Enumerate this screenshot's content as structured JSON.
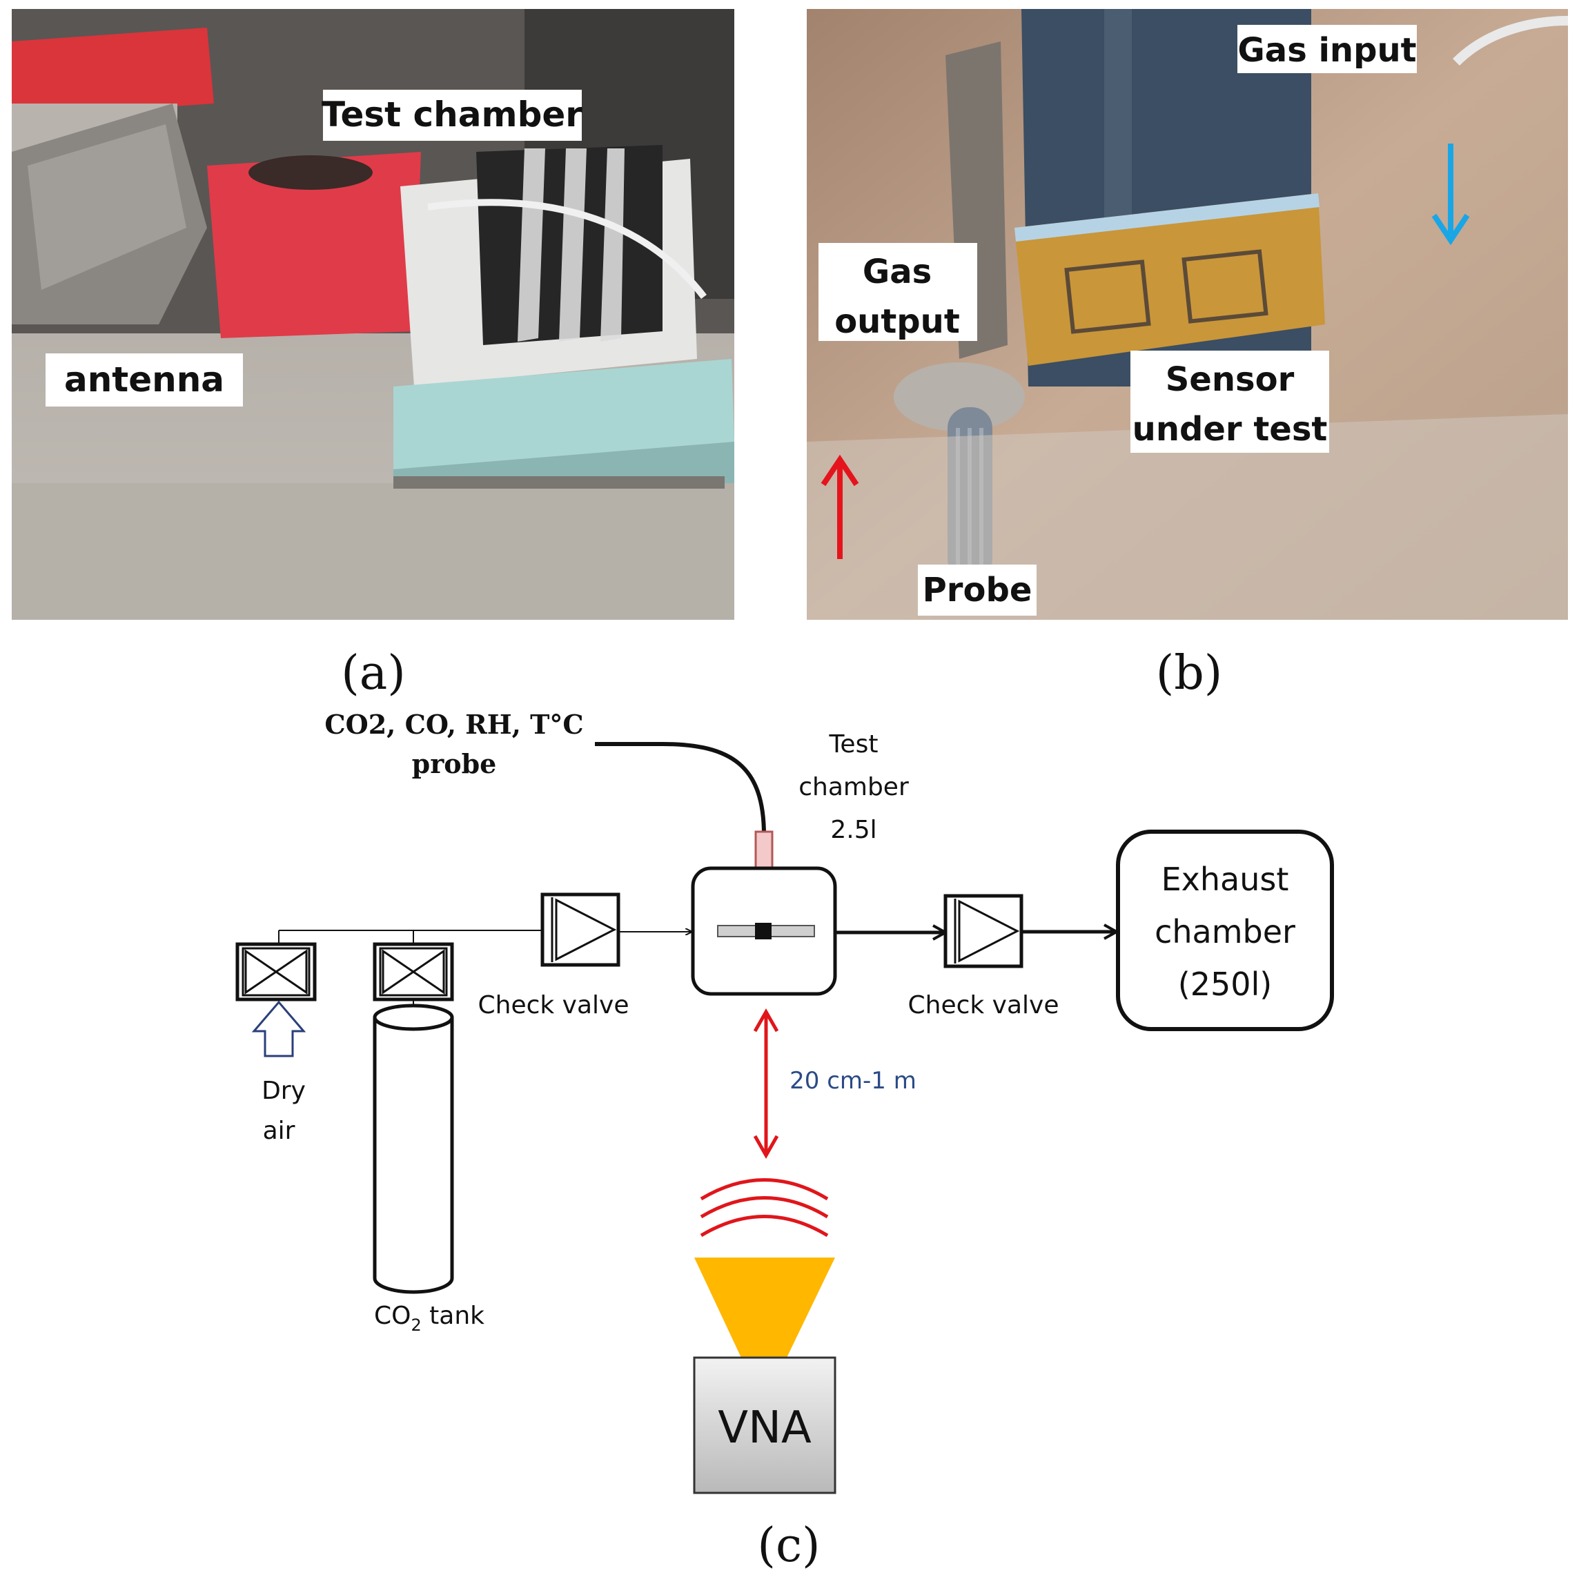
{
  "panel_a": {
    "label_test_chamber": "Test chamber",
    "label_antenna": "antenna",
    "caption": "(a)"
  },
  "panel_b": {
    "label_gas_input": "Gas input",
    "label_gas_output_1": "Gas",
    "label_gas_output_2": "output",
    "label_sensor_1": "Sensor",
    "label_sensor_2": "under test",
    "label_probe": "Probe",
    "caption": "(b)"
  },
  "panel_c": {
    "probe_label_1": "CO2, CO, RH, T°C",
    "probe_label_2": "probe",
    "test_chamber_1": "Test",
    "test_chamber_2": "chamber",
    "test_chamber_3": "2.5l",
    "exhaust_1": "Exhaust",
    "exhaust_2": "chamber",
    "exhaust_3": "(250l)",
    "check_valve_left": "Check valve",
    "check_valve_right": "Check valve",
    "dry_air_1": "Dry",
    "dry_air_2": "air",
    "co2_tank_prefix": "CO",
    "co2_tank_sub": "2",
    "co2_tank_suffix": " tank",
    "distance": "20 cm-1 m",
    "vna": "VNA",
    "caption": "(c)"
  },
  "colors": {
    "distance_arrow": "#e0161b",
    "distance_text": "#2b4a86",
    "horn": "#ffb700",
    "vna_box": "#d0d0d0",
    "dry_air_arrow": "#2a3f7a",
    "gas_input_arrow": "#19a6e6",
    "gas_output_arrow": "#e5141c",
    "probe_tip": "#f3c9c9"
  }
}
